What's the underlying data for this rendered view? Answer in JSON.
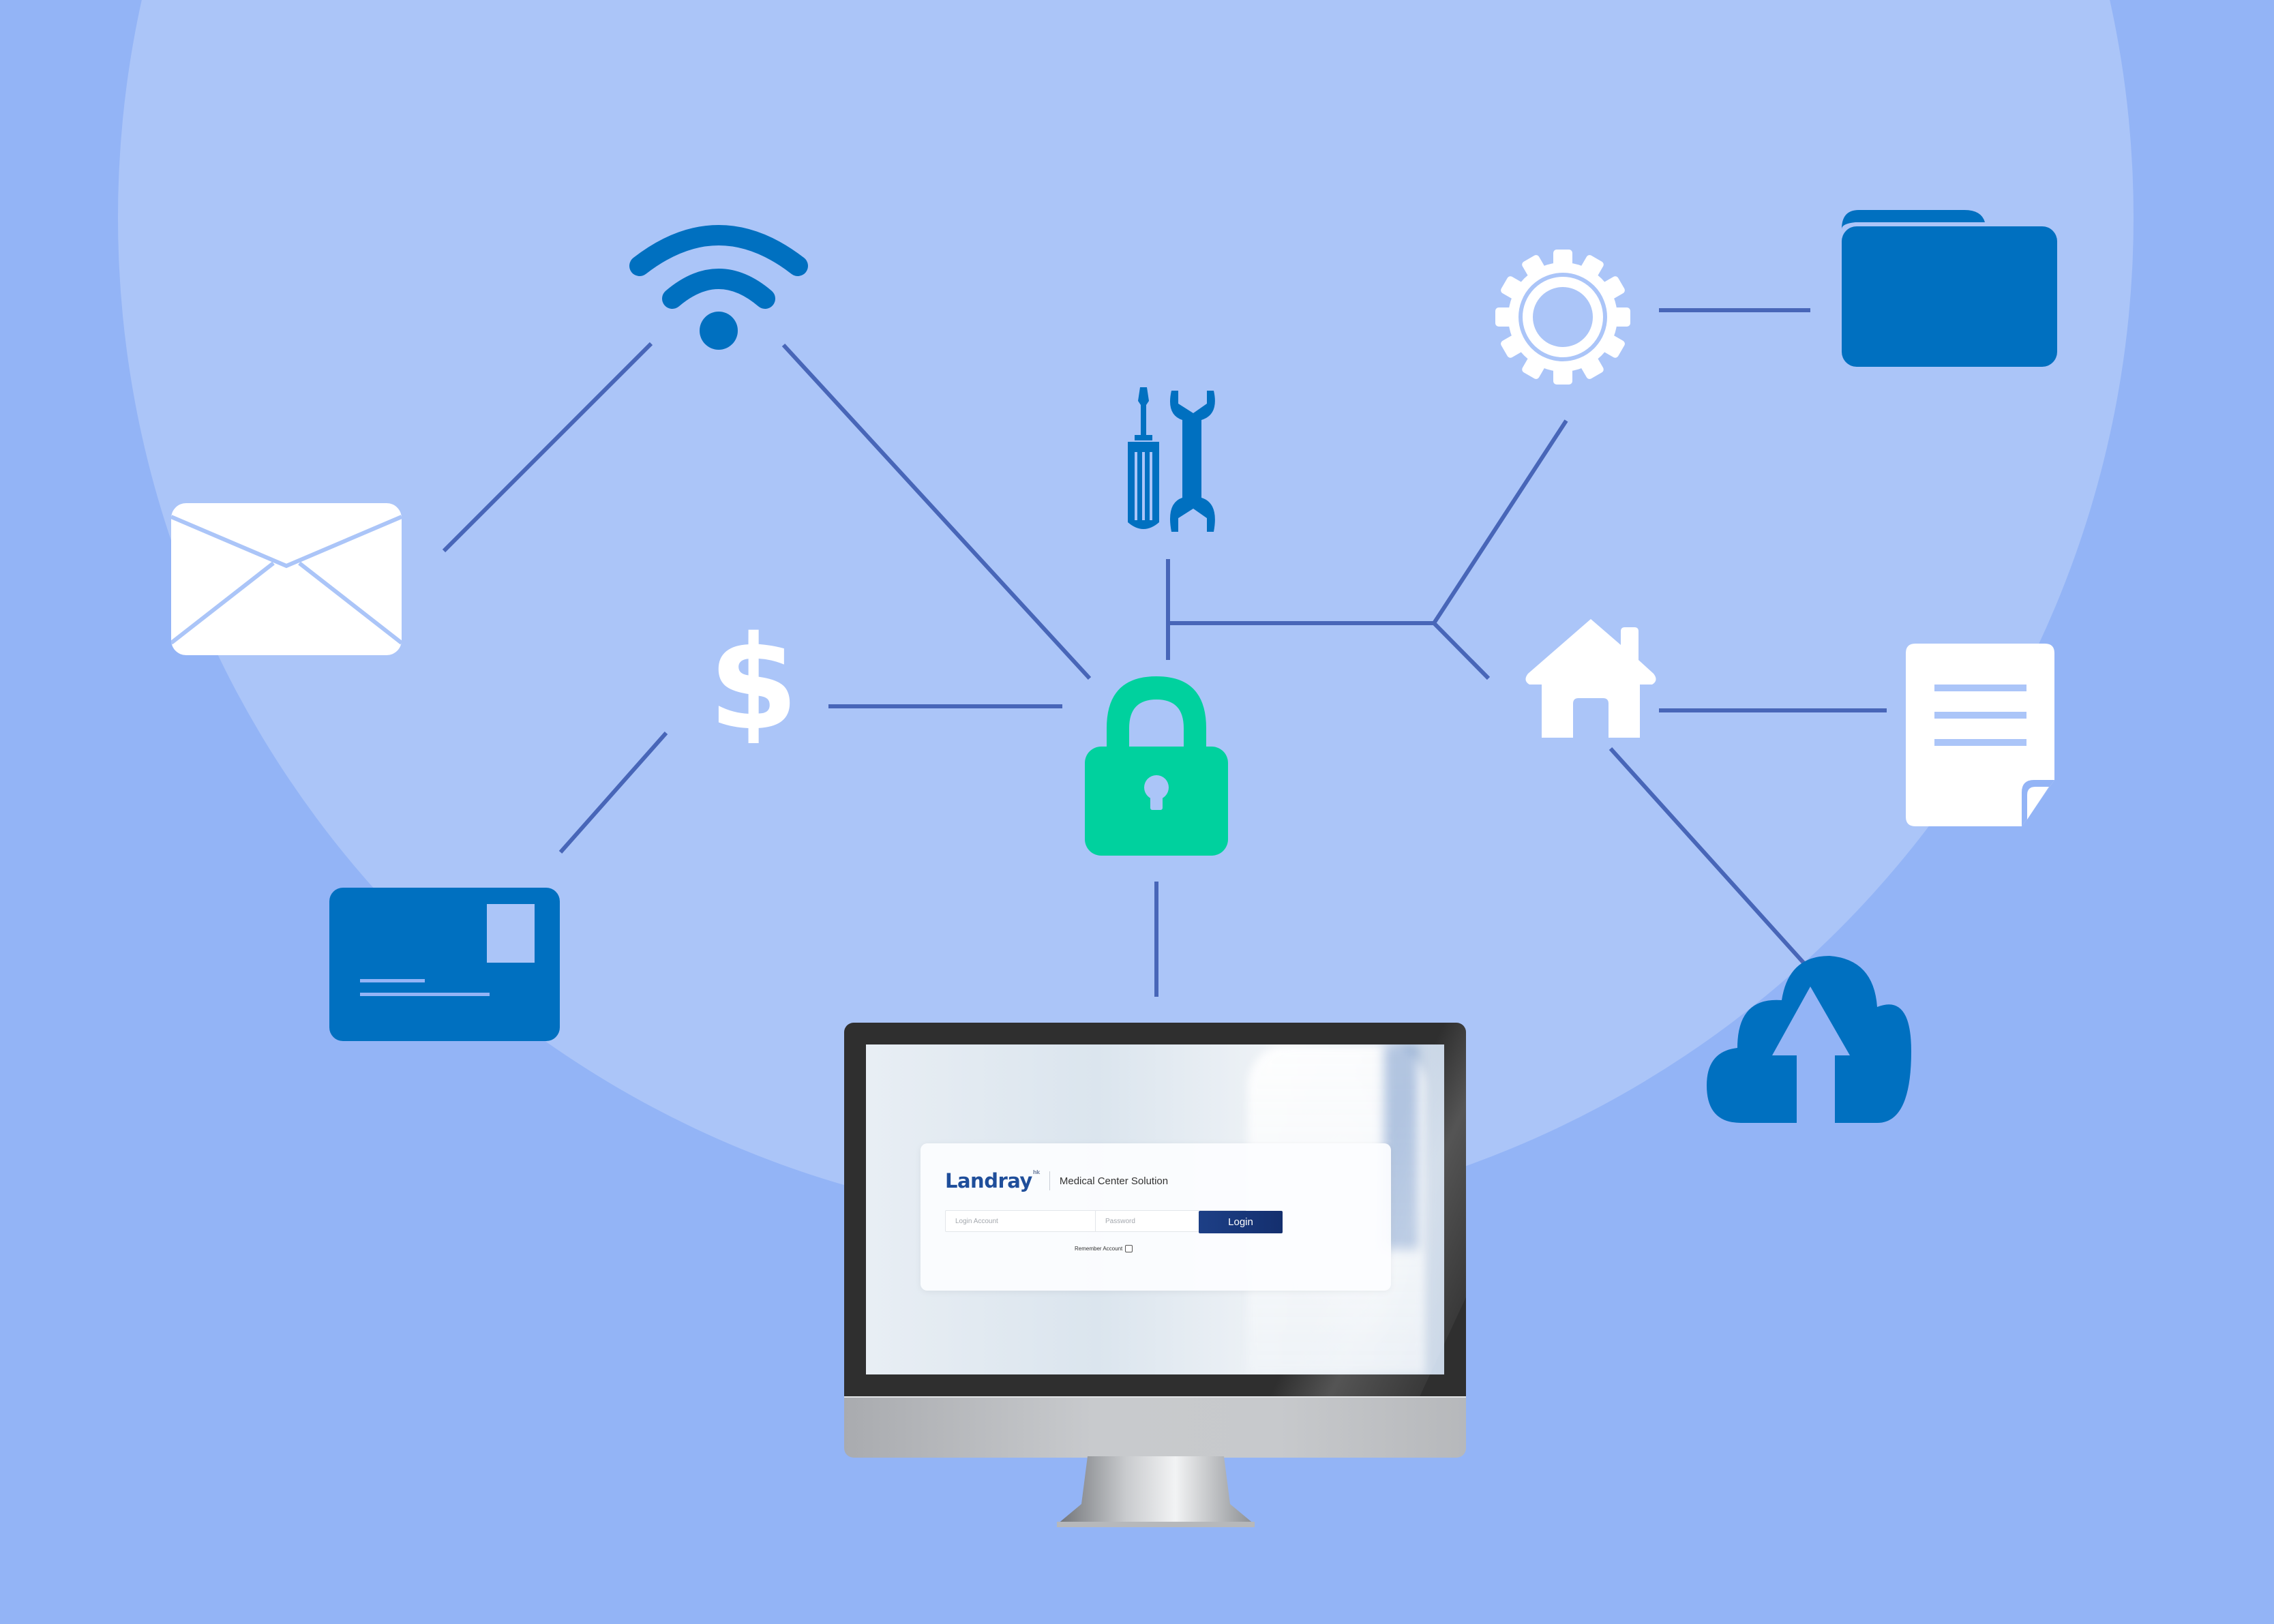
{
  "scene": {
    "description": "Network security concept illustration with icons connected to a central padlock and a monitor showing a login screen",
    "colors": {
      "background_outer": "#93b4f6",
      "background_circle": "#abc5f8",
      "connector_line": "#4866b8",
      "icon_blue": "#0070c0",
      "icon_white": "#ffffff",
      "lock_green": "#00d19e",
      "login_button": "#1d3f86"
    },
    "icons": [
      {
        "name": "wifi",
        "color": "#0070c0"
      },
      {
        "name": "envelope",
        "color": "#ffffff"
      },
      {
        "name": "dollar-sign",
        "color": "#ffffff"
      },
      {
        "name": "postcard",
        "color": "#0070c0"
      },
      {
        "name": "tools",
        "color": "#0070c0"
      },
      {
        "name": "padlock",
        "color": "#00d19e"
      },
      {
        "name": "gear",
        "color": "#ffffff"
      },
      {
        "name": "folder",
        "color": "#0070c0"
      },
      {
        "name": "house",
        "color": "#ffffff"
      },
      {
        "name": "document",
        "color": "#ffffff"
      },
      {
        "name": "cloud-upload",
        "color": "#0070c0"
      }
    ]
  },
  "login_screen": {
    "brand": "Landray",
    "brand_superscript": "hk",
    "title": "Medical Center Solution",
    "account_placeholder": "Login Account",
    "password_placeholder": "Password",
    "login_button": "Login",
    "remember_label": "Remember Account"
  }
}
